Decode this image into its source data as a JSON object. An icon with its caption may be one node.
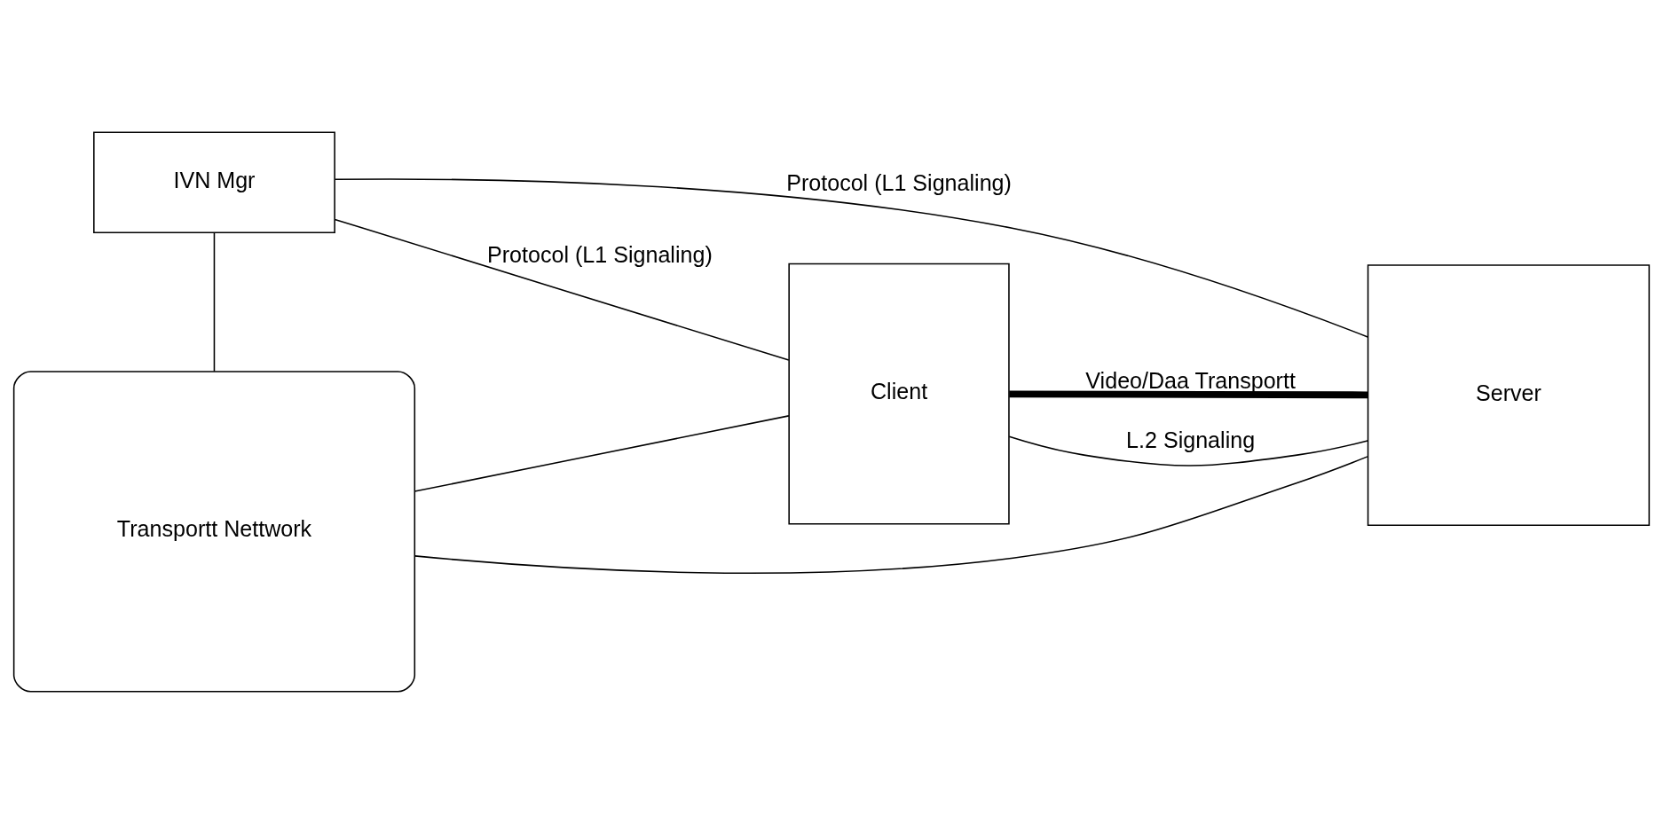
{
  "diagram": {
    "nodes": [
      {
        "text": [
          "IVN Mgr"
        ]
      },
      {
        "text": [
          "Client"
        ]
      },
      {
        "text": [
          "Transportt Nettwork"
        ]
      },
      {
        "text": [
          "Server"
        ]
      }
    ],
    "edges": [
      {
        "from": 0,
        "to": 1,
        "arrow": "none",
        "label": "Protocol (L1 Signaling)"
      },
      {
        "from": 0,
        "to": 2,
        "arrow": "none"
      },
      {
        "from": 0,
        "to": 3,
        "arrow": "none",
        "label": "Protocol (L1 Signaling)"
      },
      {
        "from": 1,
        "to": 2,
        "arrow": "none"
      },
      {
        "from": 2,
        "to": 3,
        "arrow": "none"
      },
      {
        "from": 1,
        "to": 3,
        "arrow": "none",
        "label": "L.2 Signaling"
      },
      {
        "from": 1,
        "to": 3,
        "arrow": "none",
        "label": "Video/Daa Transportt",
        "style": "thick"
      }
    ]
  }
}
